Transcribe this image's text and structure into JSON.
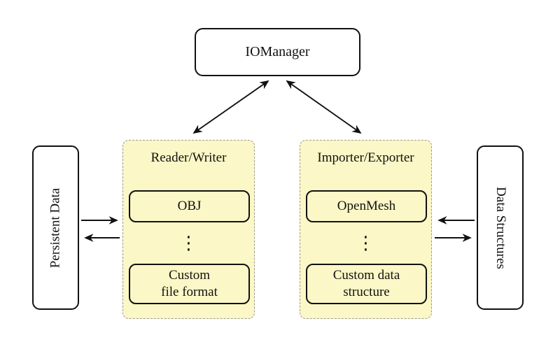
{
  "colors": {
    "background": "#FFFFFF",
    "panel_fill": "#FBF7C6",
    "panel_border": "#9A9A9A",
    "node_border": "#111111",
    "arrow": "#111111"
  },
  "diagram": {
    "io_manager": {
      "label": "IOManager"
    },
    "persistent_data": {
      "label": "Persistent Data"
    },
    "data_structures": {
      "label": "Data Structures"
    },
    "reader_writer": {
      "title": "Reader/Writer",
      "items": [
        "OBJ",
        "Custom\nfile format"
      ],
      "ellipsis": "⋮"
    },
    "importer_exporter": {
      "title": "Importer/Exporter",
      "items": [
        "OpenMesh",
        "Custom data\nstructure"
      ],
      "ellipsis": "⋮"
    }
  }
}
